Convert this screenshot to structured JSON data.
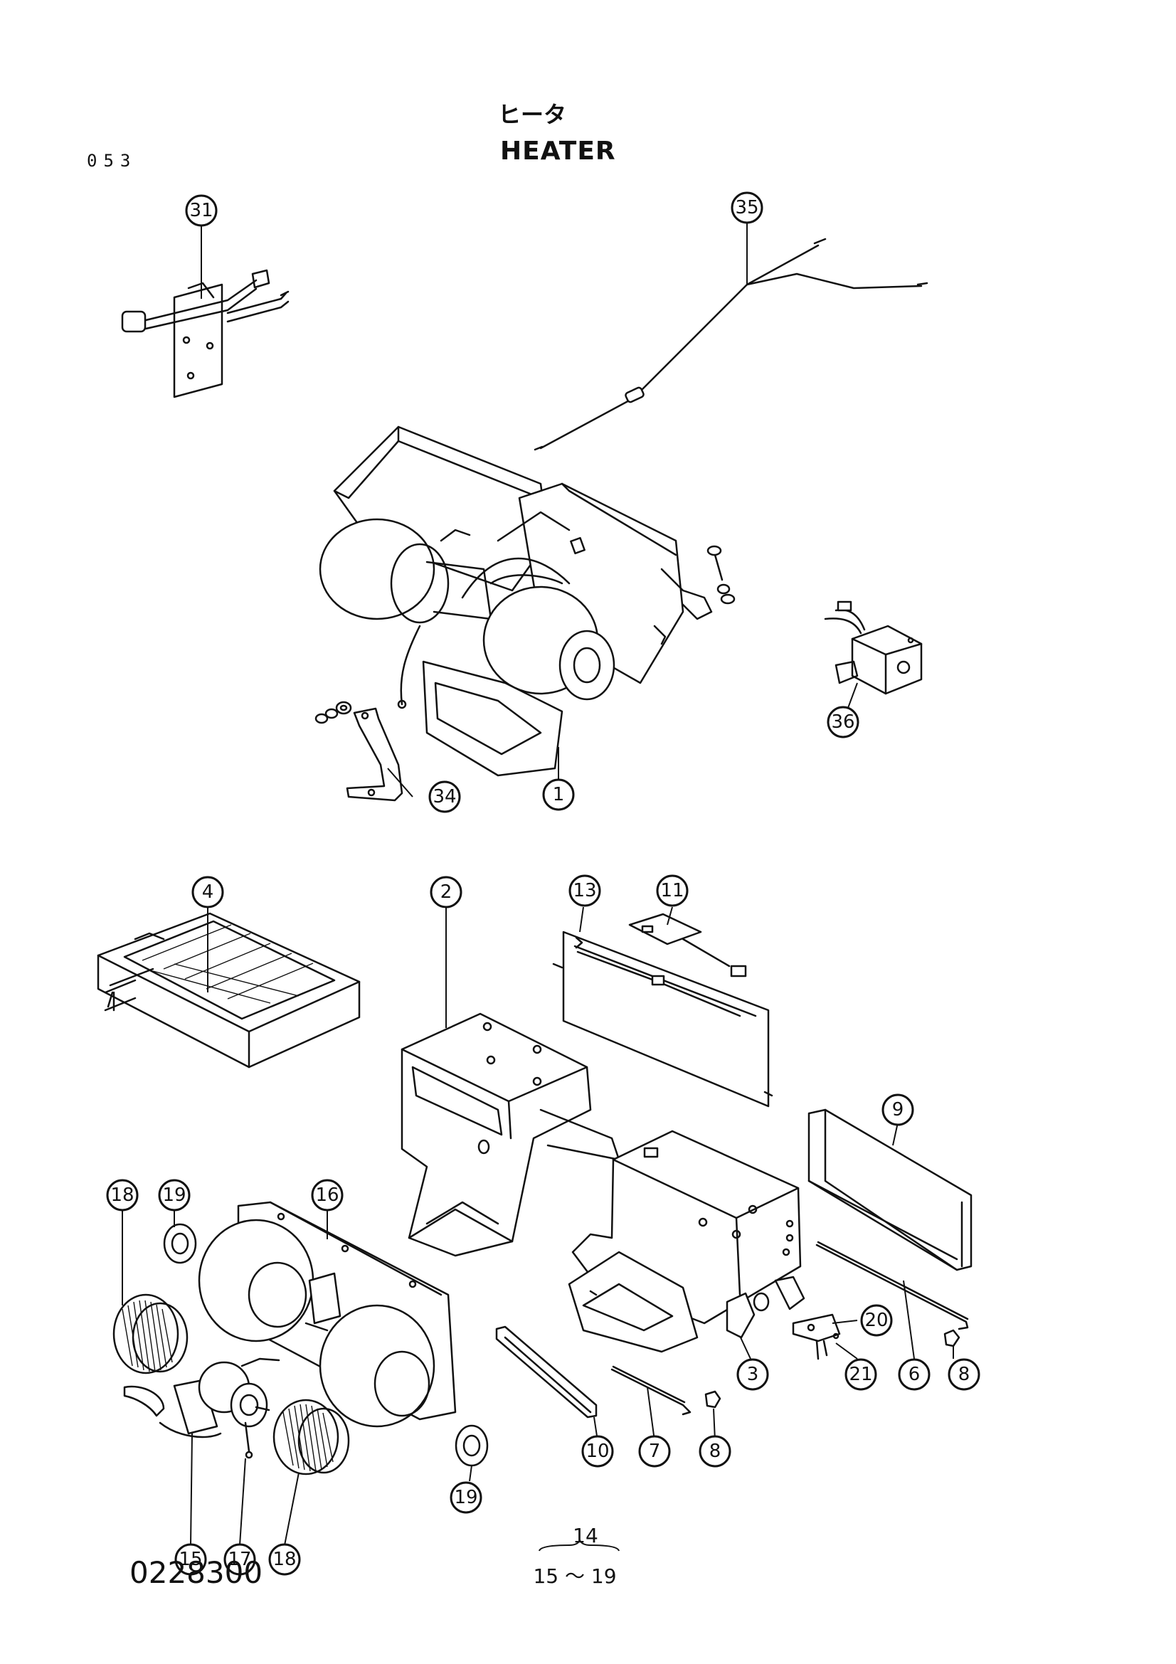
{
  "header": {
    "title_jp": "ヒータ",
    "title_en": "HEATER",
    "page_code": "053"
  },
  "footer": {
    "catalog_number": "0228300",
    "ref_group_top": "14",
    "ref_group_bottom": "15 ～ 19"
  },
  "callouts": [
    {
      "id": "callout-31",
      "label": "31"
    },
    {
      "id": "callout-35",
      "label": "35"
    },
    {
      "id": "callout-36",
      "label": "36"
    },
    {
      "id": "callout-34",
      "label": "34"
    },
    {
      "id": "callout-1",
      "label": "1"
    },
    {
      "id": "callout-4",
      "label": "4"
    },
    {
      "id": "callout-2",
      "label": "2"
    },
    {
      "id": "callout-13",
      "label": "13"
    },
    {
      "id": "callout-11",
      "label": "11"
    },
    {
      "id": "callout-9",
      "label": "9"
    },
    {
      "id": "callout-18a",
      "label": "18"
    },
    {
      "id": "callout-19a",
      "label": "19"
    },
    {
      "id": "callout-16",
      "label": "16"
    },
    {
      "id": "callout-20",
      "label": "20"
    },
    {
      "id": "callout-21",
      "label": "21"
    },
    {
      "id": "callout-6",
      "label": "6"
    },
    {
      "id": "callout-8a",
      "label": "8"
    },
    {
      "id": "callout-3",
      "label": "3"
    },
    {
      "id": "callout-10",
      "label": "10"
    },
    {
      "id": "callout-7",
      "label": "7"
    },
    {
      "id": "callout-8b",
      "label": "8"
    },
    {
      "id": "callout-19b",
      "label": "19"
    },
    {
      "id": "callout-15",
      "label": "15"
    },
    {
      "id": "callout-17",
      "label": "17"
    },
    {
      "id": "callout-18b",
      "label": "18"
    }
  ]
}
